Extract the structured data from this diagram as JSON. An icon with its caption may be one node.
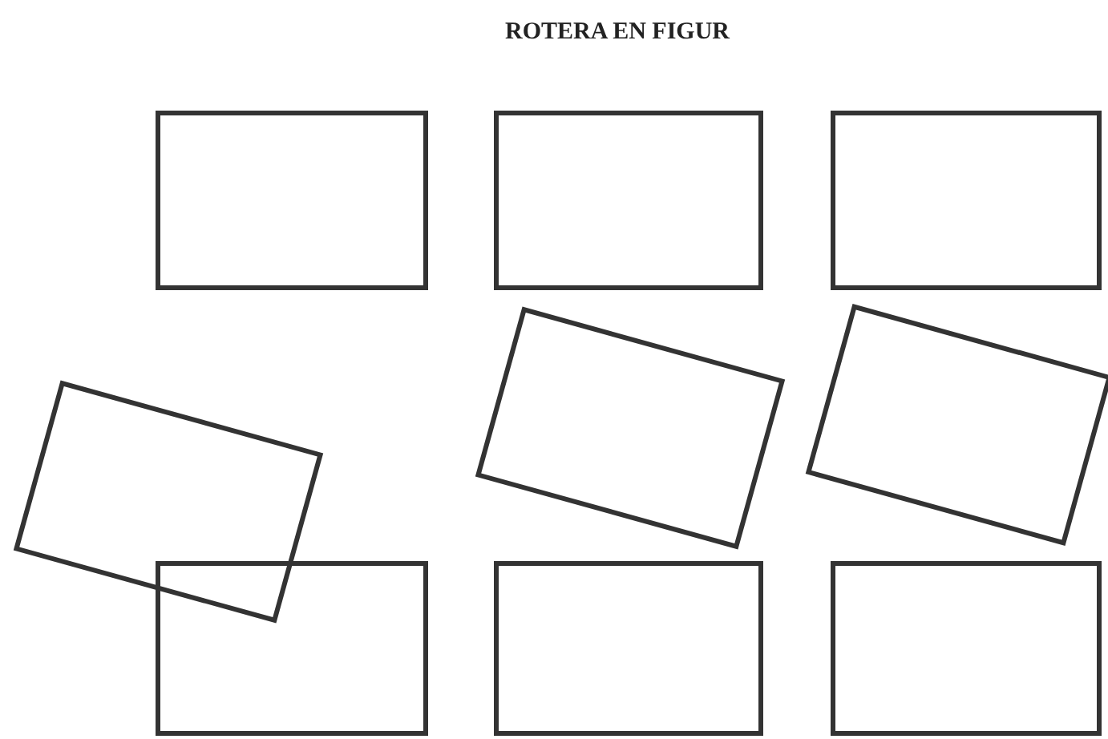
{
  "diagram": {
    "title": "ROTERA EN FIGUR",
    "nodes": [
      {
        "text": [],
        "shape": "box"
      },
      {
        "text": [],
        "shape": "box"
      },
      {
        "text": [],
        "shape": "box"
      },
      {
        "text": [],
        "shape": "box"
      },
      {
        "text": [],
        "shape": "box"
      },
      {
        "text": [],
        "shape": "box"
      },
      {
        "text": [],
        "shape": "box"
      },
      {
        "text": [],
        "shape": "box"
      },
      {
        "text": [],
        "shape": "box"
      }
    ]
  }
}
